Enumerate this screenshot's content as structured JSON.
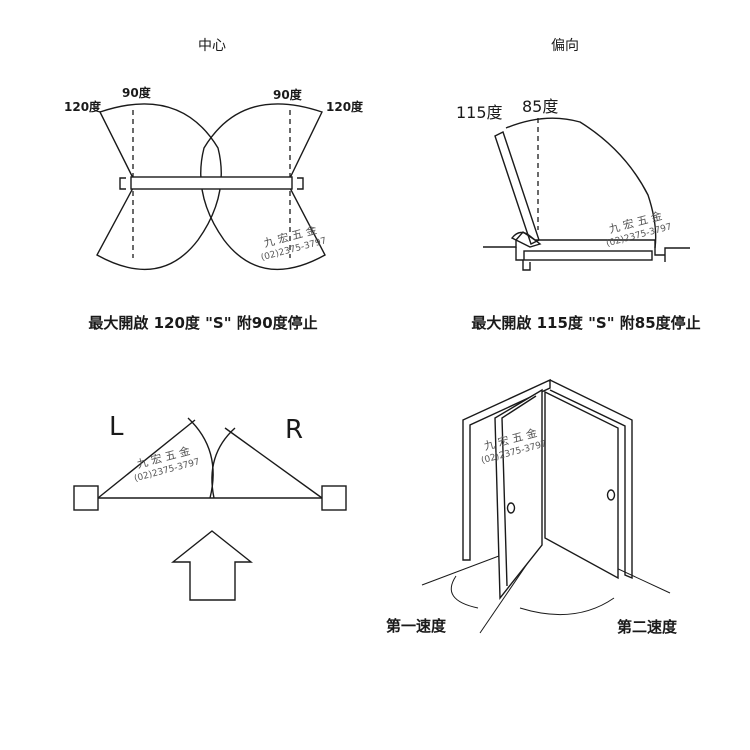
{
  "panels": {
    "center": {
      "title": "中心",
      "angle_outer": "120度",
      "angle_inner": "90度",
      "caption": "最大開啟 120度 \"S\" 附90度停止"
    },
    "offset": {
      "title": "偏向",
      "angle_outer": "115度",
      "angle_inner": "85度",
      "caption": "最大開啟 115度 \"S\" 附85度停止"
    },
    "double_door": {
      "left_label": "L",
      "right_label": "R"
    },
    "door_speed": {
      "first_speed": "第一速度",
      "second_speed": "第二速度"
    }
  },
  "watermark": {
    "name": "九 宏 五 金",
    "phone": "(02)2375-3797"
  },
  "colors": {
    "line": "#1a1a1a",
    "background": "#ffffff"
  }
}
